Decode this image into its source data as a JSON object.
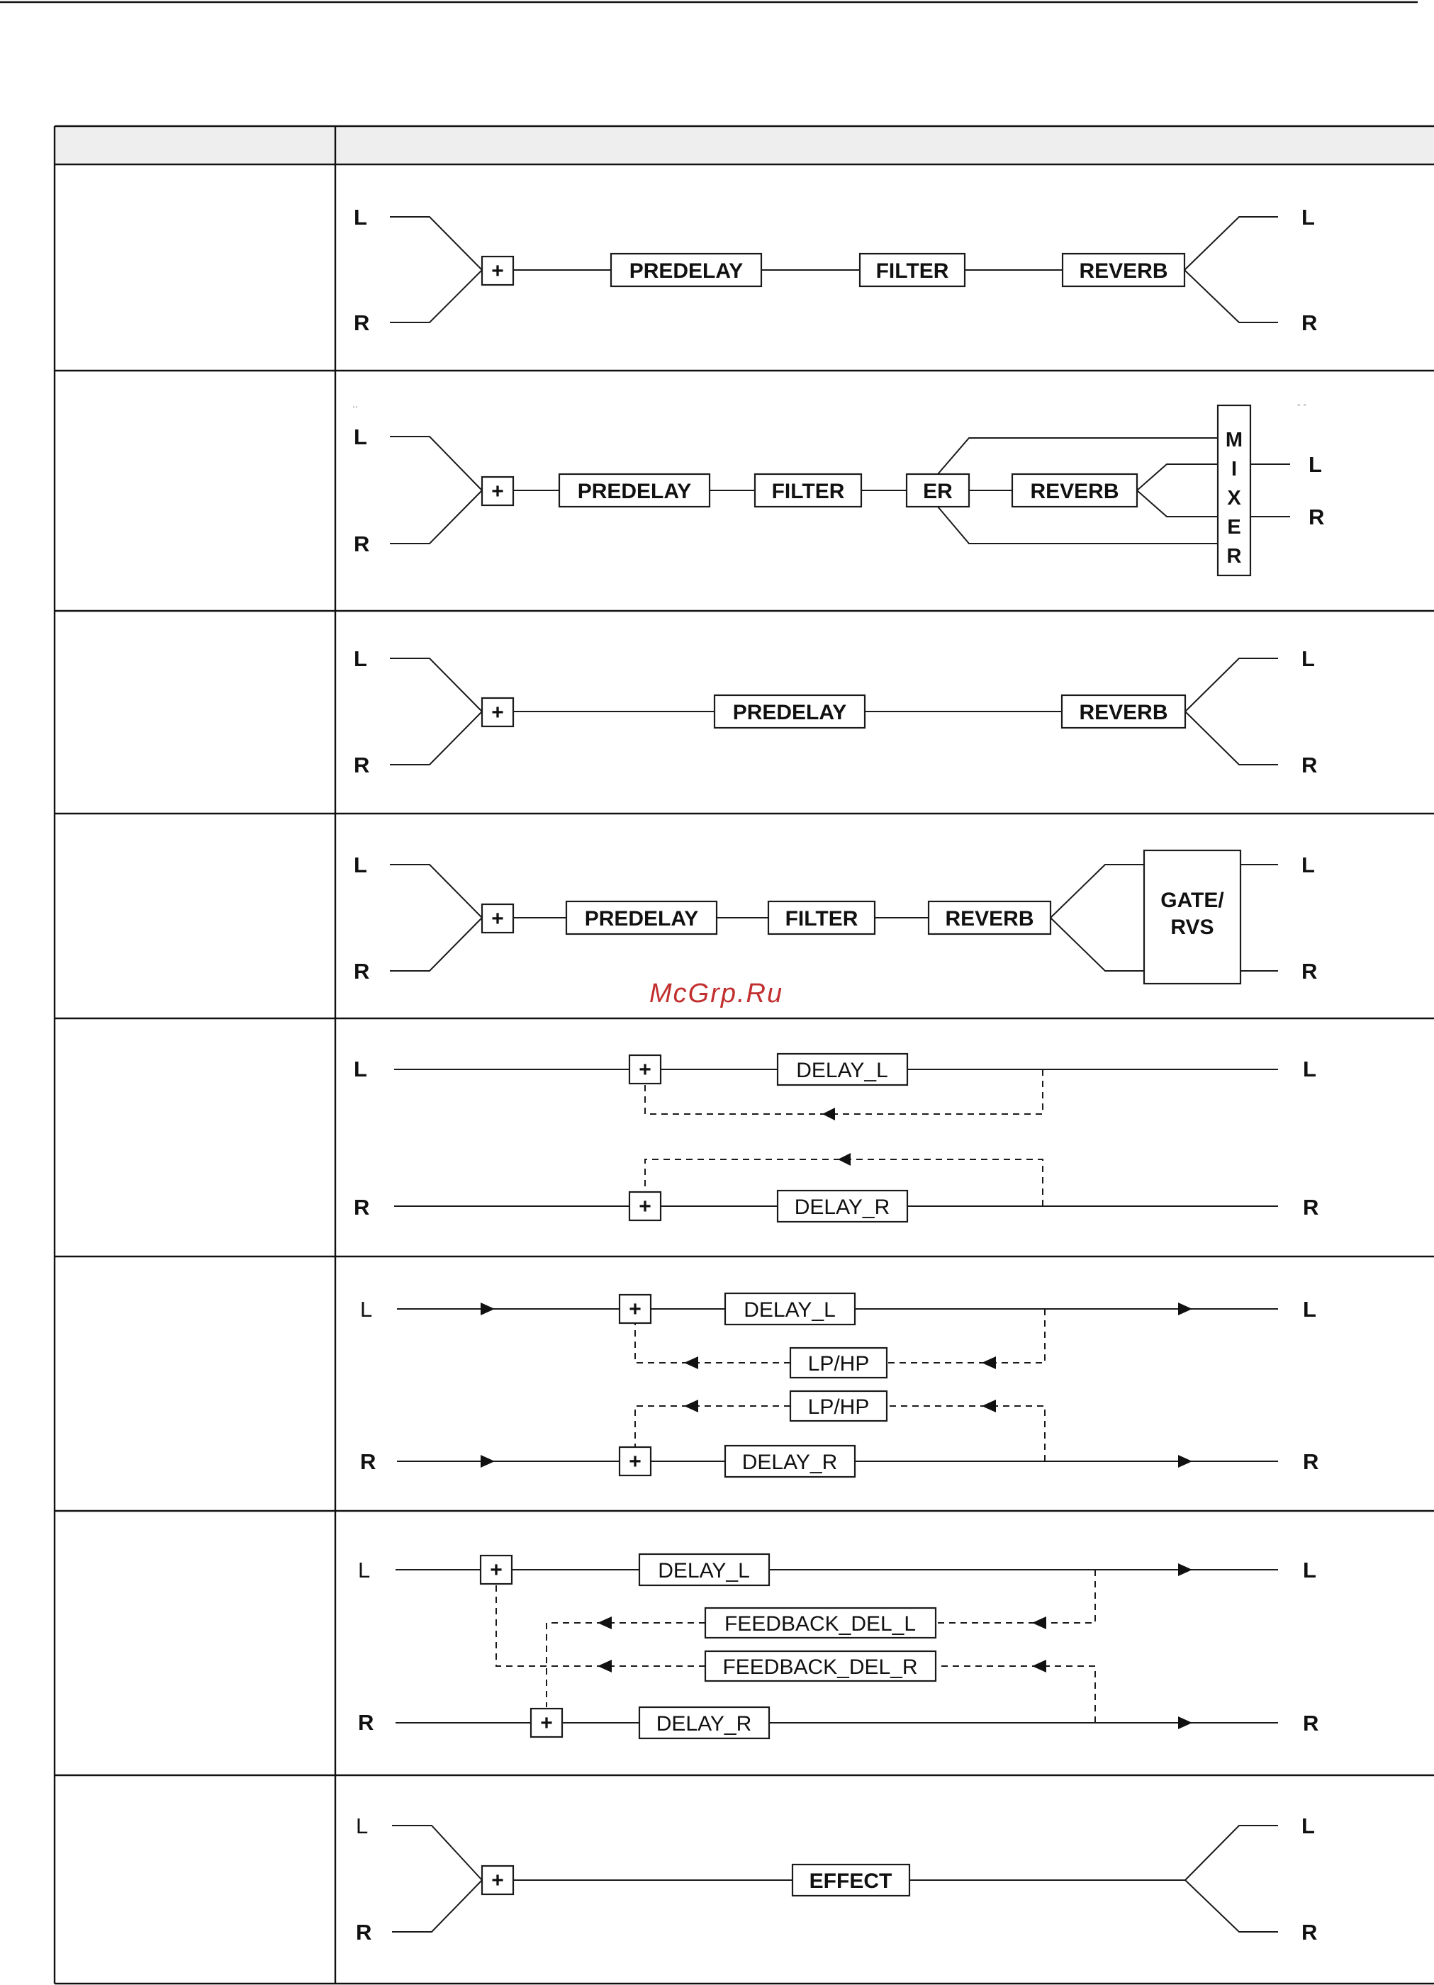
{
  "labels": {
    "left": "L",
    "right": "R"
  },
  "sum_symbol": "+",
  "watermark": "McGrp.Ru",
  "table": {
    "header_cells": [
      "",
      ""
    ],
    "row_names": [
      "",
      "",
      "",
      "",
      "",
      "",
      "",
      ""
    ]
  },
  "rows": [
    {
      "blocks": [
        "PREDELAY",
        "FILTER",
        "REVERB"
      ]
    },
    {
      "blocks": [
        "PREDELAY",
        "FILTER",
        "ER",
        "REVERB"
      ],
      "mixer": "MIXER",
      "faint_marks": [
        "..",
        "- -"
      ]
    },
    {
      "blocks": [
        "PREDELAY",
        "REVERB"
      ]
    },
    {
      "blocks": [
        "PREDELAY",
        "FILTER",
        "REVERB",
        "GATE/",
        "RVS"
      ]
    },
    {
      "blocks": [
        "DELAY_L",
        "DELAY_R"
      ]
    },
    {
      "blocks": [
        "DELAY_L",
        "LP/HP",
        "LP/HP",
        "DELAY_R"
      ]
    },
    {
      "blocks": [
        "DELAY_L",
        "FEEDBACK_DEL_L",
        "FEEDBACK_DEL_R",
        "DELAY_R"
      ]
    },
    {
      "blocks": [
        "EFFECT"
      ]
    }
  ]
}
